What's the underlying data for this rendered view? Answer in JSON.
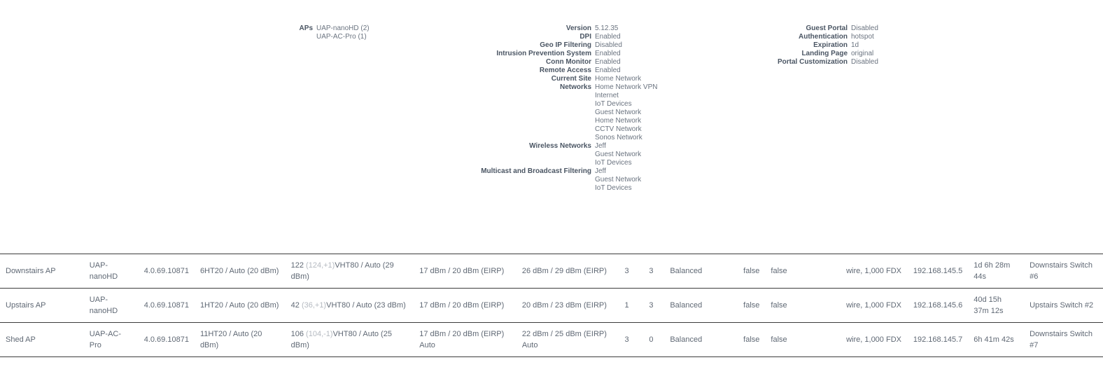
{
  "summary": {
    "aps": {
      "label": "APs",
      "items": [
        "UAP-nanoHD (2)",
        "UAP-AC-Pro (1)"
      ]
    },
    "controller": [
      {
        "label": "Version",
        "values": [
          "5.12.35"
        ]
      },
      {
        "label": "DPI",
        "values": [
          "Enabled"
        ]
      },
      {
        "label": "Geo IP Filtering",
        "values": [
          "Disabled"
        ]
      },
      {
        "label": "Intrusion Prevention System",
        "values": [
          "Enabled"
        ]
      },
      {
        "label": "Conn Monitor",
        "values": [
          "Enabled"
        ]
      },
      {
        "label": "Remote Access",
        "values": [
          "Enabled"
        ]
      },
      {
        "label": "Current Site",
        "values": [
          "Home Network"
        ]
      },
      {
        "label": "Networks",
        "values": [
          "Home Network VPN",
          "Internet",
          "IoT Devices",
          "Guest Network",
          "Home Network",
          "CCTV Network",
          "Sonos Network"
        ]
      },
      {
        "label": "Wireless Networks",
        "values": [
          "Jeff",
          "Guest Network",
          "IoT Devices"
        ]
      },
      {
        "label": "Multicast and Broadcast Filtering",
        "values": [
          "Jeff",
          "Guest Network",
          "IoT Devices"
        ]
      }
    ],
    "guest": [
      {
        "label": "Guest Portal",
        "values": [
          "Disabled"
        ]
      },
      {
        "label": "Authentication",
        "values": [
          "hotspot"
        ]
      },
      {
        "label": "Expiration",
        "values": [
          "1d"
        ]
      },
      {
        "label": "Landing Page",
        "values": [
          "original"
        ]
      },
      {
        "label": "Portal Customization",
        "values": [
          "Disabled"
        ]
      }
    ]
  },
  "devices": [
    {
      "name": "Downstairs AP",
      "model": "UAP-nanoHD",
      "firmware": "4.0.69.10871",
      "radio_ng": "6HT20 / Auto (20 dBm)",
      "clients": "122",
      "clients_detail": "(124,+1)",
      "radio_na": "VHT80 / Auto (29 dBm)",
      "tx_ng": "17 dBm / 20 dBm (EIRP)",
      "tx_na": "26 dBm / 29 dBm (EIRP)",
      "num1": "3",
      "num2": "3",
      "band": "Balanced",
      "flag1": "false",
      "flag2": "false",
      "uplink": "wire, 1,000 FDX",
      "ip": "192.168.145.5",
      "uptime": "1d 6h 28m 44s",
      "switch": "Downstairs Switch #6"
    },
    {
      "name": "Upstairs AP",
      "model": "UAP-nanoHD",
      "firmware": "4.0.69.10871",
      "radio_ng": "1HT20 / Auto (20 dBm)",
      "clients": "42",
      "clients_detail": "(36,+1)",
      "radio_na": "VHT80 / Auto (23 dBm)",
      "tx_ng": "17 dBm / 20 dBm (EIRP)",
      "tx_na": "20 dBm / 23 dBm (EIRP)",
      "num1": "1",
      "num2": "3",
      "band": "Balanced",
      "flag1": "false",
      "flag2": "false",
      "uplink": "wire, 1,000 FDX",
      "ip": "192.168.145.6",
      "uptime": "40d 15h 37m 12s",
      "switch": "Upstairs Switch #2"
    },
    {
      "name": "Shed AP",
      "model": "UAP-AC-Pro",
      "firmware": "4.0.69.10871",
      "radio_ng": "11HT20 / Auto (20 dBm)",
      "clients": "106",
      "clients_detail": "(104,-1)",
      "radio_na": "VHT80 / Auto (25 dBm)",
      "tx_ng": "17 dBm / 20 dBm (EIRP) Auto",
      "tx_na": "22 dBm / 25 dBm (EIRP) Auto",
      "num1": "3",
      "num2": "0",
      "band": "Balanced",
      "flag1": "false",
      "flag2": "false",
      "uplink": "wire, 1,000 FDX",
      "ip": "192.168.145.7",
      "uptime": "6h 41m 42s",
      "switch": "Downstairs Switch #7"
    }
  ]
}
